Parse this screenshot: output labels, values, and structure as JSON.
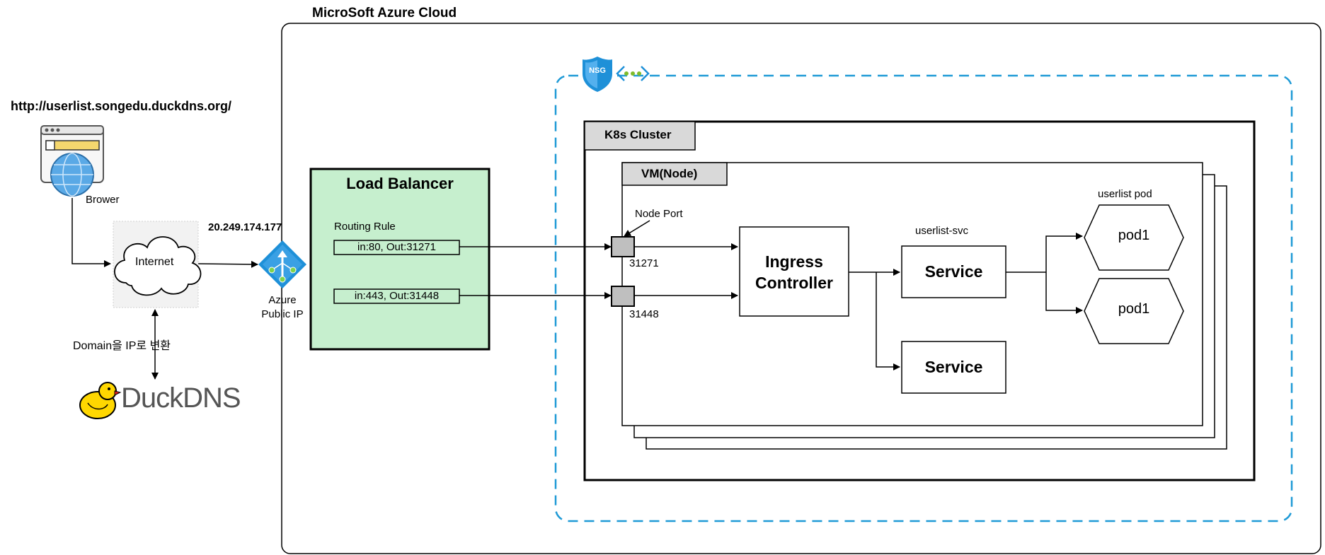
{
  "azure": {
    "title": "MicroSoft Azure Cloud"
  },
  "client": {
    "url": "http://userlist.songedu.duckdns.org/",
    "browser_label": "Brower",
    "browser_icon": "browser-globe-icon",
    "internet_label": "Internet",
    "dns_note": "Domain을 IP로 변환",
    "duckdns_text": "DuckDNS",
    "duck_icon": "duck-icon"
  },
  "public_ip": {
    "address": "20.249.174.177",
    "label_line1": "Azure",
    "label_line2": "Public IP",
    "icon": "azure-public-ip-icon"
  },
  "load_balancer": {
    "title": "Load Balancer",
    "routing_label": "Routing Rule",
    "rules": [
      "in:80,  Out:31271",
      "in:443,  Out:31448"
    ]
  },
  "nsg": {
    "badge": "NSG",
    "icon": "nsg-shield-icon",
    "vnet_icon": "vnet-icon"
  },
  "cluster": {
    "title": "K8s Cluster",
    "node_title": "VM(Node)",
    "node_port_label": "Node Port",
    "ports": [
      "31271",
      "31448"
    ],
    "ingress_line1": "Ingress",
    "ingress_line2": "Controller",
    "svc_label": "userlist-svc",
    "service_label": "Service",
    "pod_group_label": "userlist pod",
    "pods": [
      "pod1",
      "pod1"
    ]
  },
  "colors": {
    "lb_fill": "#c6efce",
    "nsg_dash": "#1f9ad6",
    "port_fill": "#bfbfbf",
    "tab_fill": "#d9d9d9",
    "azure_blue": "#1e90d8",
    "duck_yellow": "#ffd700"
  }
}
